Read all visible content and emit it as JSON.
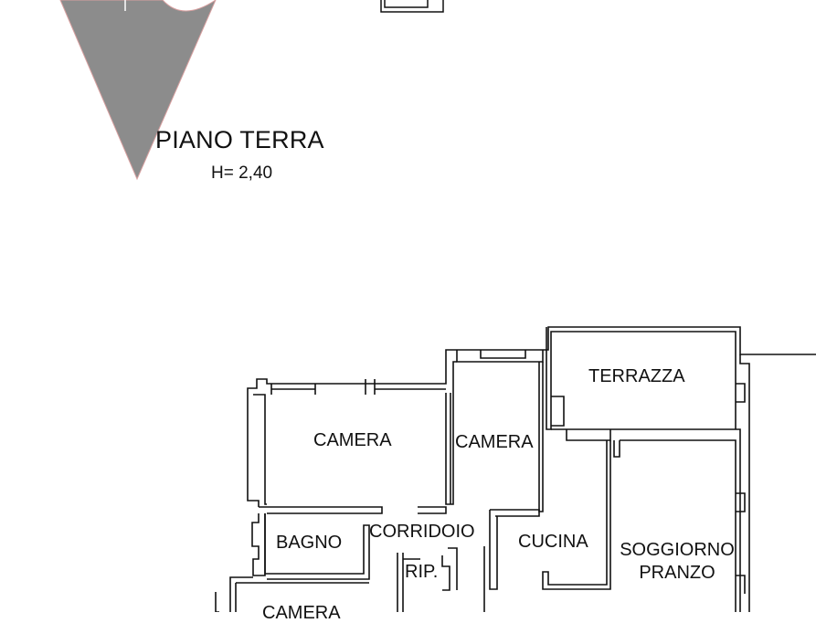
{
  "drawing": {
    "title": "PIANO TERRA",
    "height_note": "H= 2,40",
    "north_arrow_color": "#8c8c8c",
    "wall_color": "#111111"
  },
  "rooms": {
    "terrazza": "TERRAZZA",
    "camera_1": "CAMERA",
    "camera_2": "CAMERA",
    "camera_3": "CAMERA",
    "bagno": "BAGNO",
    "corridoio": "CORRIDOIO",
    "cucina": "CUCINA",
    "soggiorno_line1": "SOGGIORNO",
    "soggiorno_line2": "PRANZO",
    "ripostiglio": "RIP."
  }
}
